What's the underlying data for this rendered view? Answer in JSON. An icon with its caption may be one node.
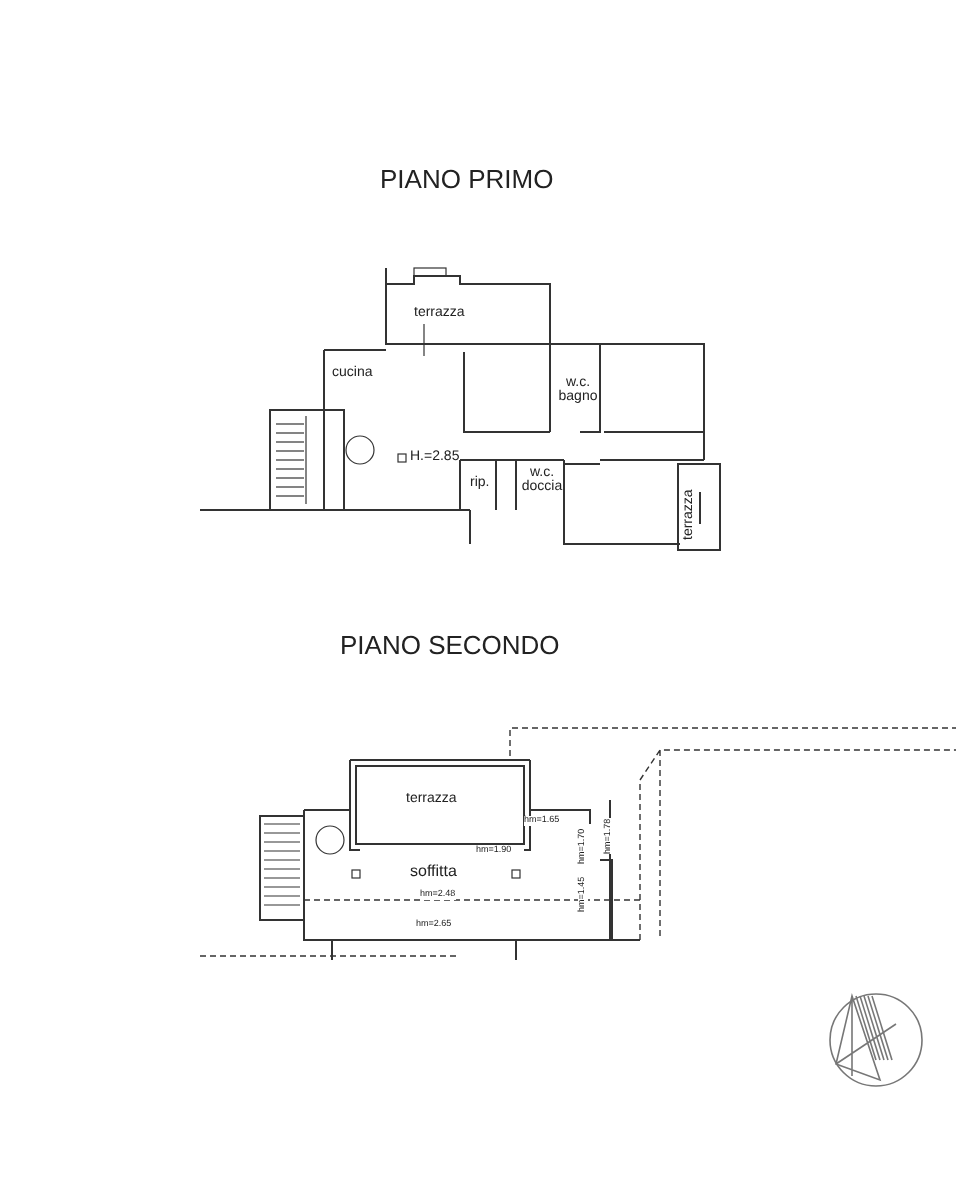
{
  "diagram": {
    "labels": [
      "PIANO PRIMO",
      "terrazza",
      "cucina",
      "w.c. bagno",
      "H.=2.85",
      "rip.",
      "w.c. doccia",
      "terrazza",
      "PIANO SECONDO",
      "terrazza",
      "hm=1.65",
      "hm=1.90",
      "soffitta",
      "hm=2.48",
      "hm=2.65",
      "hm=1.70",
      "hm=1.78",
      "hm=1.45"
    ]
  }
}
